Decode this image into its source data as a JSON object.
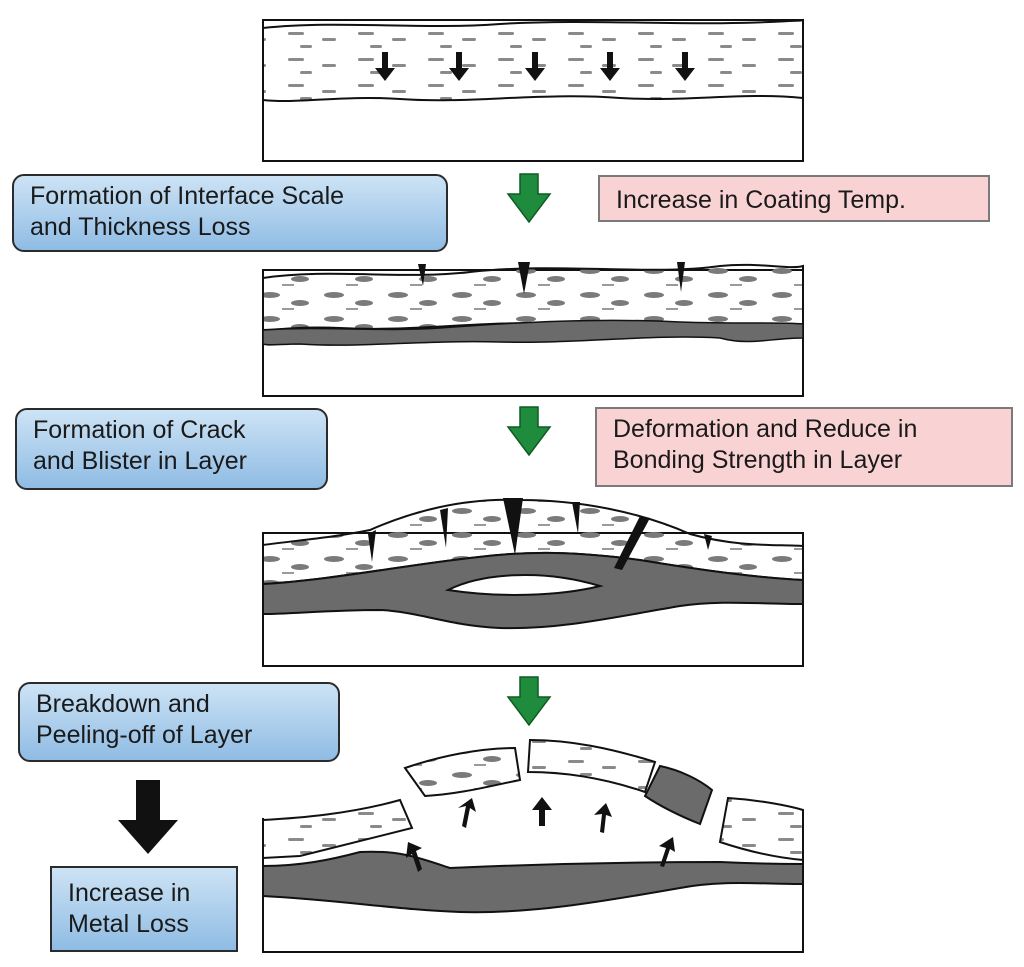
{
  "labels": {
    "stage1_cause": [
      "Formation of Interface Scale",
      "and Thickness Loss"
    ],
    "stage1_effect": "Increase in Coating Temp.",
    "stage2_cause": [
      "Formation of Crack",
      "and Blister in Layer"
    ],
    "stage2_effect": [
      "Deformation and Reduce in",
      "Bonding Strength in Layer"
    ],
    "stage3_cause": [
      "Breakdown and",
      "Peeling-off of Layer"
    ],
    "result": [
      "Increase in",
      "Metal Loss"
    ]
  },
  "colors": {
    "cause_box": "#a9cdec",
    "effect_box": "#f9d3d3",
    "flow_arrow": "#1e8c3c",
    "scale_layer": "#6b6b6b",
    "outline": "#111111"
  }
}
